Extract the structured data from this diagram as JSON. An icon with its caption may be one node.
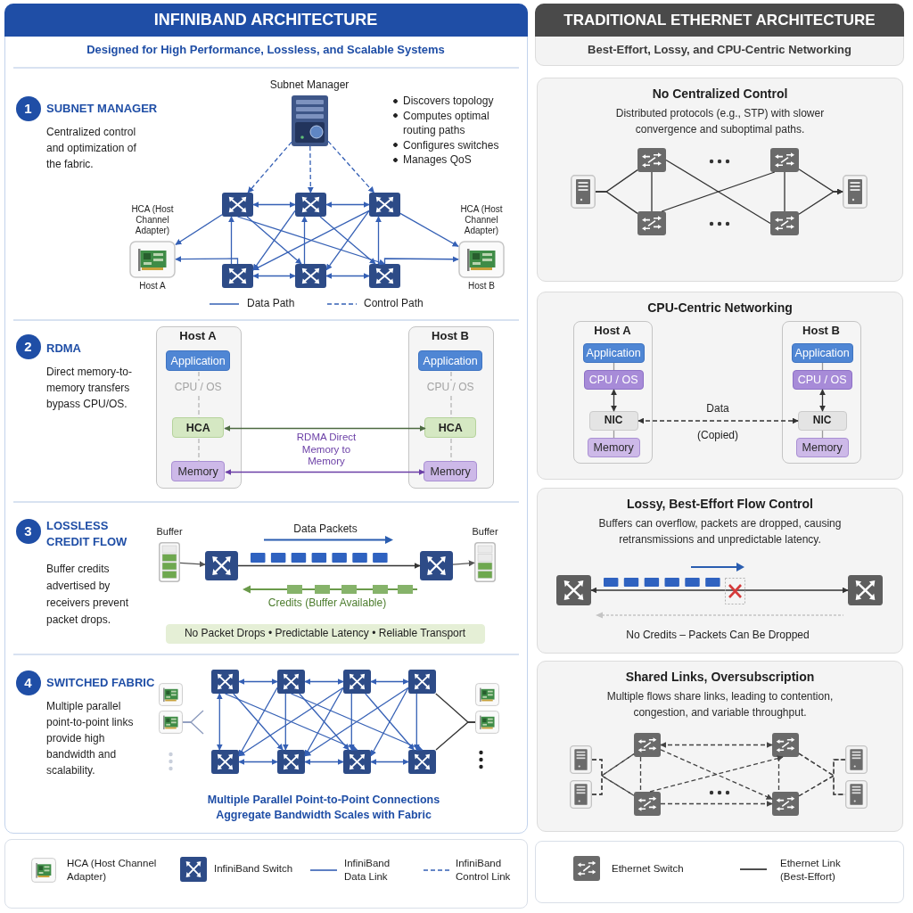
{
  "diagram": {
    "nodes": [
      {
        "text": [
          "INFINIBAND ARCHITECTURE",
          "Designed for High Performance, Lossless, and Scalable Systems"
        ]
      },
      {
        "text": [
          "1"
        ],
        "in": 0,
        "beside": [
          "SUBNET MANAGER",
          "Centralized control and optimization of the fabric."
        ]
      },
      {
        "text": [],
        "shape": "picture",
        "in": 0,
        "beside": [
          "Subnet Manager"
        ]
      },
      {
        "text": [],
        "shape": "picture",
        "in": 0
      },
      {
        "text": [],
        "shape": "picture",
        "in": 0
      },
      {
        "text": [],
        "shape": "picture",
        "in": 0
      },
      {
        "text": [],
        "shape": "picture",
        "in": 0
      },
      {
        "text": [],
        "shape": "picture",
        "in": 0
      },
      {
        "text": [],
        "shape": "picture",
        "in": 0
      },
      {
        "text": [],
        "shape": "picture",
        "in": 0,
        "beside": [
          "HCA (Host Channel Adapter)",
          "Host A"
        ]
      },
      {
        "text": [],
        "shape": "picture",
        "in": 0,
        "beside": [
          "HCA (Host Channel Adapter)",
          "Host B"
        ]
      },
      {
        "text": [
          "2"
        ],
        "in": 0,
        "beside": [
          "RDMA",
          "Direct memory-to-memory transfers bypass CPU/OS."
        ]
      },
      {
        "text": [
          "Host A"
        ],
        "in": 0
      },
      {
        "text": [
          "Application"
        ],
        "in": 12
      },
      {
        "text": [
          "CPU / OS"
        ],
        "in": 12
      },
      {
        "text": [
          "HCA"
        ],
        "in": 12
      },
      {
        "text": [
          "Memory"
        ],
        "in": 12
      },
      {
        "text": [
          "Host B"
        ],
        "in": 0
      },
      {
        "text": [
          "Application"
        ],
        "in": 17
      },
      {
        "text": [
          "CPU / OS"
        ],
        "in": 17
      },
      {
        "text": [
          "HCA"
        ],
        "in": 17
      },
      {
        "text": [
          "Memory"
        ],
        "in": 17
      },
      {
        "text": [
          "3"
        ],
        "in": 0,
        "beside": [
          "LOSSLESS CREDIT FLOW",
          "Buffer credits advertised by receivers prevent packet drops."
        ]
      },
      {
        "text": [],
        "shape": "picture",
        "in": 0,
        "beside": [
          "Buffer"
        ]
      },
      {
        "text": [],
        "shape": "picture",
        "in": 0
      },
      {
        "text": [],
        "shape": "picture",
        "in": 0
      },
      {
        "text": [],
        "shape": "picture",
        "in": 0,
        "beside": [
          "Buffer"
        ]
      },
      {
        "text": [
          "No Packet Drops • Predictable Latency • Reliable Transport"
        ],
        "in": 0
      },
      {
        "text": [
          "4"
        ],
        "in": 0,
        "beside": [
          "SWITCHED FABRIC",
          "Multiple parallel point-to-point links provide high bandwidth and scalability."
        ]
      },
      {
        "text": [],
        "shape": "picture",
        "in": 0
      },
      {
        "text": [],
        "shape": "picture",
        "in": 0
      },
      {
        "text": [],
        "shape": "picture",
        "in": 0
      },
      {
        "text": [],
        "shape": "picture",
        "in": 0
      },
      {
        "text": [],
        "shape": "picture",
        "in": 0
      },
      {
        "text": [],
        "shape": "picture",
        "in": 0
      },
      {
        "text": [],
        "shape": "picture",
        "in": 0
      },
      {
        "text": [],
        "shape": "picture",
        "in": 0
      },
      {
        "text": [],
        "shape": "picture",
        "in": 0
      },
      {
        "text": [],
        "shape": "picture",
        "in": 0
      },
      {
        "text": [],
        "shape": "picture",
        "in": 0
      },
      {
        "text": [],
        "shape": "picture",
        "in": 0
      },
      {
        "text": [
          "TRADITIONAL ETHERNET ARCHITECTURE",
          "Best-Effort, Lossy, and CPU-Centric Networking"
        ]
      },
      {
        "text": [
          "No Centralized Control",
          "Distributed protocols (e.g., STP) with slower convergence and suboptimal paths."
        ]
      },
      {
        "text": [],
        "shape": "picture",
        "in": 42
      },
      {
        "text": [],
        "shape": "picture",
        "in": 42
      },
      {
        "text": [],
        "shape": "picture",
        "in": 42
      },
      {
        "text": [],
        "shape": "picture",
        "in": 42
      },
      {
        "text": [],
        "shape": "picture",
        "in": 42
      },
      {
        "text": [],
        "shape": "picture",
        "in": 42
      },
      {
        "text": [
          "CPU-Centric Networking"
        ]
      },
      {
        "text": [
          "Host A"
        ],
        "in": 49
      },
      {
        "text": [
          "Application"
        ],
        "in": 50
      },
      {
        "text": [
          "CPU / OS"
        ],
        "in": 50
      },
      {
        "text": [
          "NIC"
        ],
        "in": 50
      },
      {
        "text": [
          "Memory"
        ],
        "in": 50
      },
      {
        "text": [
          "Host B"
        ],
        "in": 49
      },
      {
        "text": [
          "Application"
        ],
        "in": 55
      },
      {
        "text": [
          "CPU / OS"
        ],
        "in": 55
      },
      {
        "text": [
          "NIC"
        ],
        "in": 55
      },
      {
        "text": [
          "Memory"
        ],
        "in": 55
      },
      {
        "text": [
          "Lossy, Best-Effort Flow Control",
          "Buffers can overflow, packets are dropped, causing retransmissions and unpredictable latency."
        ]
      },
      {
        "text": [],
        "shape": "picture",
        "in": 60
      },
      {
        "text": [],
        "shape": "picture",
        "in": 60
      },
      {
        "text": [
          "Shared Links, Oversubscription",
          "Multiple flows share links, leading to contention, congestion, and variable throughput."
        ]
      },
      {
        "text": [],
        "shape": "picture",
        "in": 63
      },
      {
        "text": [],
        "shape": "picture",
        "in": 63
      },
      {
        "text": [],
        "shape": "picture",
        "in": 63
      },
      {
        "text": [],
        "shape": "picture",
        "in": 63
      },
      {
        "text": [],
        "shape": "picture",
        "in": 63
      },
      {
        "text": [],
        "shape": "picture",
        "in": 63
      },
      {
        "text": [],
        "shape": "picture",
        "in": 63
      },
      {
        "text": [],
        "shape": "picture",
        "in": 63
      }
    ],
    "edges": [
      {
        "from": 2,
        "to": 3,
        "arrow": "to",
        "style": "dashed"
      },
      {
        "from": 2,
        "to": 4,
        "arrow": "to",
        "style": "dashed"
      },
      {
        "from": 2,
        "to": 5,
        "arrow": "to",
        "style": "dashed"
      },
      {
        "from": 3,
        "to": 4,
        "arrow": "both"
      },
      {
        "from": 4,
        "to": 5,
        "arrow": "both"
      },
      {
        "from": 6,
        "to": 7,
        "arrow": "both"
      },
      {
        "from": 7,
        "to": 8,
        "arrow": "both"
      },
      {
        "from": 6,
        "to": 3,
        "arrow": "to"
      },
      {
        "from": 7,
        "to": 4,
        "arrow": "to"
      },
      {
        "from": 8,
        "to": 5,
        "arrow": "to"
      },
      {
        "from": 3,
        "to": 7,
        "arrow": "to"
      },
      {
        "from": 3,
        "to": 8,
        "arrow": "to"
      },
      {
        "from": 4,
        "to": 6,
        "arrow": "to"
      },
      {
        "from": 4,
        "to": 8,
        "arrow": "to"
      },
      {
        "from": 5,
        "to": 6,
        "arrow": "to"
      },
      {
        "from": 5,
        "to": 7,
        "arrow": "to"
      },
      {
        "from": 3,
        "to": 9,
        "arrow": "to"
      },
      {
        "from": 6,
        "to": 9,
        "arrow": "to"
      },
      {
        "from": 5,
        "to": 10,
        "arrow": "to"
      },
      {
        "from": 8,
        "to": 10,
        "arrow": "to"
      },
      {
        "from": 13,
        "to": 14,
        "arrow": "none",
        "style": "dashed",
        "color": "#b5b5b5"
      },
      {
        "from": 14,
        "to": 15,
        "arrow": "none",
        "style": "dashed",
        "color": "#b5b5b5"
      },
      {
        "from": 15,
        "to": 16,
        "arrow": "none",
        "style": "dashed",
        "color": "#b5b5b5"
      },
      {
        "from": 18,
        "to": 19,
        "arrow": "none",
        "style": "dashed",
        "color": "#b5b5b5"
      },
      {
        "from": 19,
        "to": 20,
        "arrow": "none",
        "style": "dashed",
        "color": "#b5b5b5"
      },
      {
        "from": 20,
        "to": 21,
        "arrow": "none",
        "style": "dashed",
        "color": "#b5b5b5"
      },
      {
        "from": 15,
        "to": 20,
        "arrow": "both",
        "color": "#4c6a41"
      },
      {
        "from": 16,
        "to": 21,
        "arrow": "both",
        "color": "#6b3fa6",
        "label": "RDMA Direct Memory to Memory"
      },
      {
        "from": 23,
        "to": 24,
        "arrow": "to",
        "color": "#555555"
      },
      {
        "from": 24,
        "to": 25,
        "arrow": "to",
        "color": "#333333"
      },
      {
        "from": 25,
        "to": 26,
        "arrow": "to",
        "color": "#555555"
      },
      {
        "from": 30,
        "to": null,
        "arrow": "none",
        "color": "#8c9bbd"
      },
      {
        "from": 30,
        "to": null,
        "arrow": "none",
        "color": "#8c9bbd"
      },
      {
        "from": 31,
        "to": 32,
        "arrow": "both"
      },
      {
        "from": 32,
        "to": 33,
        "arrow": "both"
      },
      {
        "from": 33,
        "to": 34,
        "arrow": "both"
      },
      {
        "from": 35,
        "to": 36,
        "arrow": "both"
      },
      {
        "from": 36,
        "to": 37,
        "arrow": "both"
      },
      {
        "from": 37,
        "to": 38,
        "arrow": "both"
      },
      {
        "from": 31,
        "to": 35,
        "arrow": "both"
      },
      {
        "from": 32,
        "to": 36,
        "arrow": "to"
      },
      {
        "from": 33,
        "to": 37,
        "arrow": "to"
      },
      {
        "from": 34,
        "to": 38,
        "arrow": "to"
      },
      {
        "from": 31,
        "to": 36,
        "arrow": "to"
      },
      {
        "from": 31,
        "to": 37,
        "arrow": "to"
      },
      {
        "from": 32,
        "to": 35,
        "arrow": "to"
      },
      {
        "from": 32,
        "to": 37,
        "arrow": "to"
      },
      {
        "from": 32,
        "to": 38,
        "arrow": "to"
      },
      {
        "from": 33,
        "to": 35,
        "arrow": "to"
      },
      {
        "from": 33,
        "to": 36,
        "arrow": "to"
      },
      {
        "from": 33,
        "to": 38,
        "arrow": "to"
      },
      {
        "from": 34,
        "to": 36,
        "arrow": "to"
      },
      {
        "from": 34,
        "to": 37,
        "arrow": "to"
      },
      {
        "from": 34,
        "to": 40,
        "arrow": "none",
        "color": "#333333"
      },
      {
        "from": 38,
        "to": 40,
        "arrow": "none",
        "color": "#333333"
      },
      {
        "from": 43,
        "to": 44,
        "arrow": "none",
        "color": "#333333"
      },
      {
        "from": 43,
        "to": 45,
        "arrow": "none",
        "color": "#333333"
      },
      {
        "from": 44,
        "to": 45,
        "arrow": "none",
        "color": "#333333"
      },
      {
        "from": 44,
        "to": 47,
        "arrow": "none",
        "color": "#333333"
      },
      {
        "from": 45,
        "to": 46,
        "arrow": "none",
        "color": "#333333"
      },
      {
        "from": 46,
        "to": 47,
        "arrow": "none",
        "color": "#333333"
      },
      {
        "from": 46,
        "to": 48,
        "arrow": "to",
        "color": "#333333"
      },
      {
        "from": 47,
        "to": 48,
        "arrow": "to",
        "color": "#333333"
      },
      {
        "from": 51,
        "to": 52,
        "arrow": "none",
        "color": "#9a9a9a"
      },
      {
        "from": 52,
        "to": 53,
        "arrow": "both",
        "color": "#333333"
      },
      {
        "from": 53,
        "to": 54,
        "arrow": "none",
        "color": "#9a9a9a"
      },
      {
        "from": 56,
        "to": 57,
        "arrow": "none",
        "color": "#9a9a9a"
      },
      {
        "from": 57,
        "to": 58,
        "arrow": "both",
        "color": "#333333"
      },
      {
        "from": 58,
        "to": 59,
        "arrow": "none",
        "color": "#9a9a9a"
      },
      {
        "from": 53,
        "to": 58,
        "arrow": "both",
        "style": "dashed",
        "color": "#333333",
        "label": "Data"
      },
      {
        "from": 61,
        "to": 62,
        "arrow": "both",
        "color": "#333333"
      },
      {
        "from": 64,
        "to": 66,
        "arrow": "none",
        "style": "dashed",
        "color": "#444444"
      },
      {
        "from": 64,
        "to": 67,
        "arrow": "none",
        "style": "dashed",
        "color": "#444444"
      },
      {
        "from": 65,
        "to": 66,
        "arrow": "none",
        "style": "dashed",
        "color": "#444444"
      },
      {
        "from": 65,
        "to": 67,
        "arrow": "none",
        "style": "dashed",
        "color": "#444444"
      },
      {
        "from": 66,
        "to": 68,
        "arrow": "both",
        "style": "dashed",
        "color": "#444444"
      },
      {
        "from": 67,
        "to": 69,
        "arrow": "to",
        "style": "dashed",
        "color": "#444444"
      },
      {
        "from": 66,
        "to": 69,
        "arrow": "to",
        "style": "dashed",
        "color": "#444444"
      },
      {
        "from": 67,
        "to": 68,
        "arrow": "to",
        "style": "dashed",
        "color": "#444444"
      },
      {
        "from": 66,
        "to": 67,
        "arrow": "none",
        "style": "dashed",
        "color": "#444444"
      },
      {
        "from": 68,
        "to": 69,
        "arrow": "none",
        "style": "dashed",
        "color": "#444444"
      },
      {
        "from": 68,
        "to": 70,
        "arrow": "none",
        "style": "dashed",
        "color": "#444444"
      },
      {
        "from": 68,
        "to": 71,
        "arrow": "none",
        "style": "dashed",
        "color": "#444444"
      },
      {
        "from": 69,
        "to": 70,
        "arrow": "none",
        "style": "dashed",
        "color": "#444444"
      },
      {
        "from": 69,
        "to": 71,
        "arrow": "none",
        "style": "dashed",
        "color": "#444444"
      }
    ],
    "labels": [
      "Discovers topology",
      "Computes optimal routing paths",
      "Configures switches",
      "Manages QoS",
      "Data Packets",
      "Credits (Buffer Available)",
      "Multiple Parallel Point-to-Point Connections",
      "Aggregate Bandwidth Scales with Fabric",
      "(Copied)",
      "No Credits – Packets Can Be Dropped"
    ],
    "legend": [
      {
        "text": "Data Path"
      },
      {
        "text": "Control Path"
      },
      {
        "text": "HCA (Host Channel Adapter)"
      },
      {
        "text": "InfiniBand Switch"
      },
      {
        "text": "InfiniBand Data Link"
      },
      {
        "text": "InfiniBand Control Link"
      },
      {
        "text": "Ethernet Switch"
      },
      {
        "text": "Ethernet Link (Best-Effort)"
      }
    ]
  }
}
